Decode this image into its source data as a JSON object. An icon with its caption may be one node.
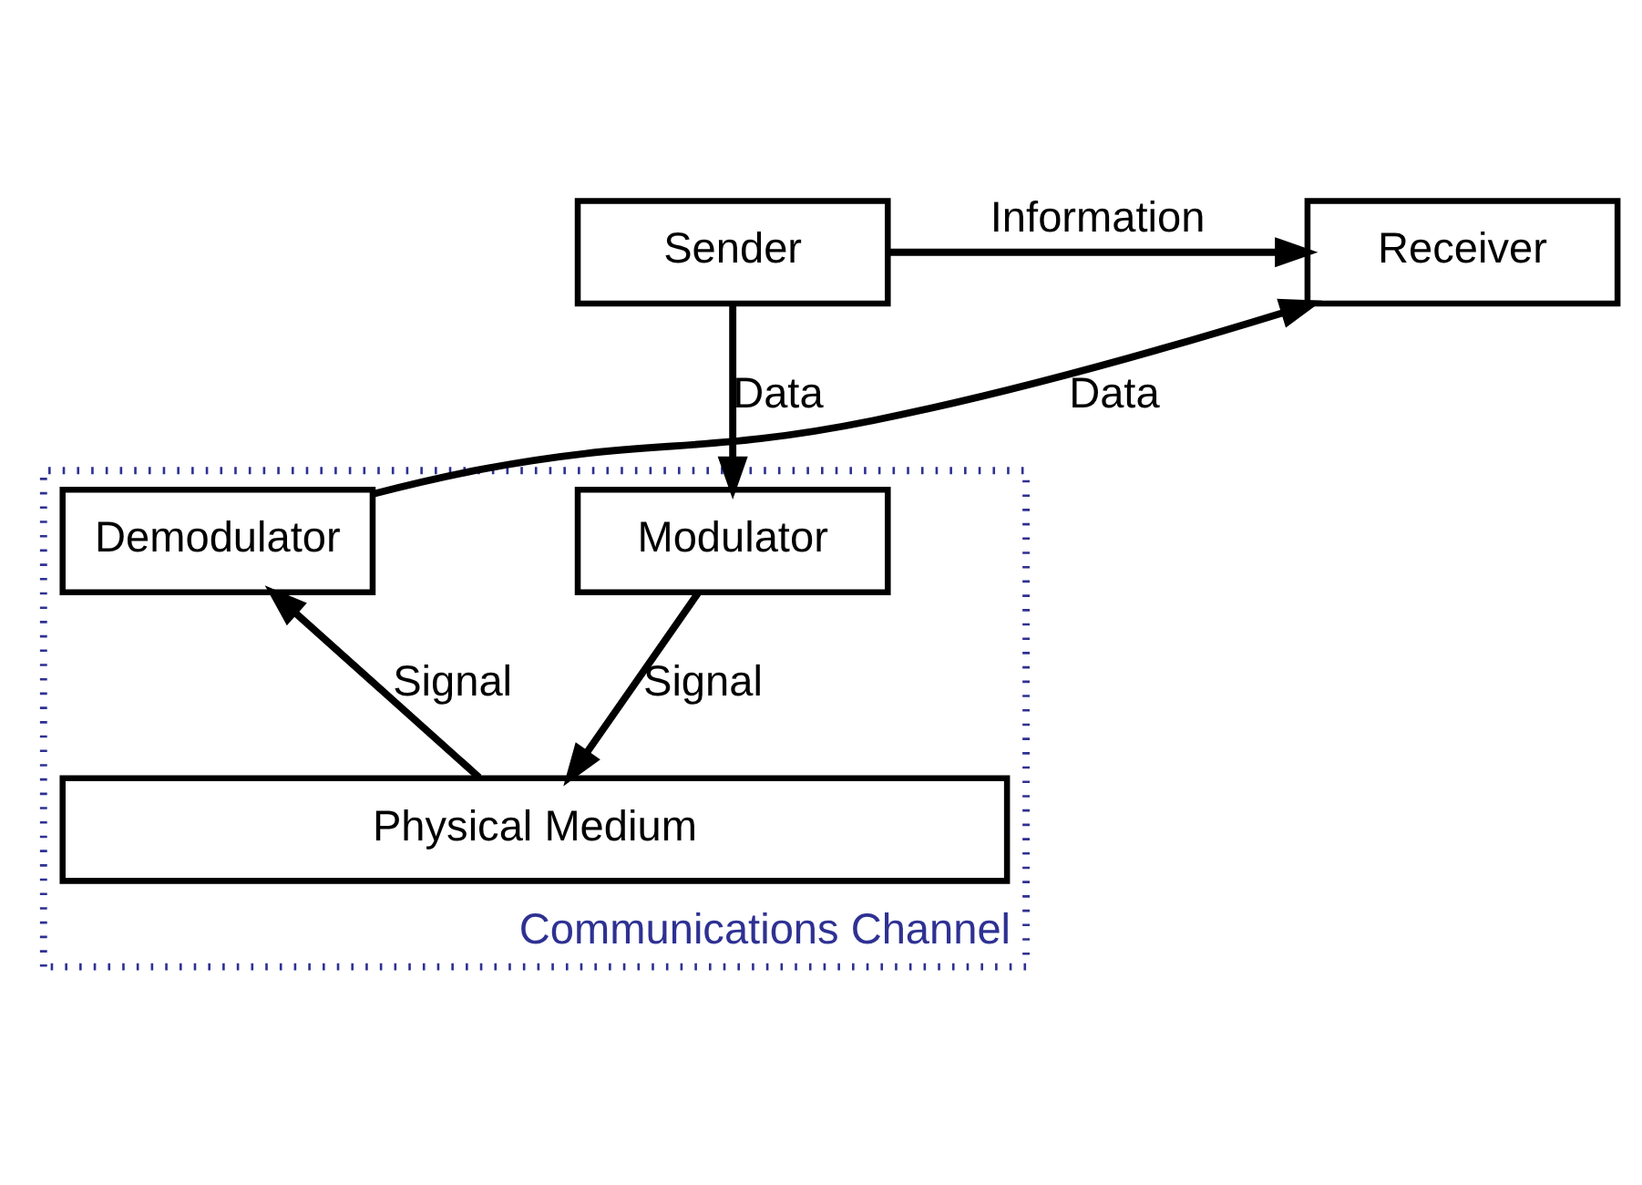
{
  "diagram": {
    "nodes": [
      {
        "text": [
          "Sender"
        ]
      },
      {
        "text": [
          "Receiver"
        ]
      },
      {
        "text": [
          "Communications Channel"
        ]
      },
      {
        "text": [
          "Modulator"
        ],
        "in": 2
      },
      {
        "text": [
          "Demodulator"
        ],
        "in": 2
      },
      {
        "text": [
          "Physical Medium"
        ],
        "in": 2
      }
    ],
    "edges": [
      {
        "from": 0,
        "to": 1,
        "arrow": "to",
        "label": "Information"
      },
      {
        "from": 0,
        "to": 3,
        "arrow": "to",
        "label": "Data"
      },
      {
        "from": 3,
        "to": 5,
        "arrow": "to",
        "label": "Signal"
      },
      {
        "from": 5,
        "to": 4,
        "arrow": "to",
        "label": "Signal"
      },
      {
        "from": 4,
        "to": 1,
        "arrow": "to",
        "label": "Data"
      }
    ]
  }
}
